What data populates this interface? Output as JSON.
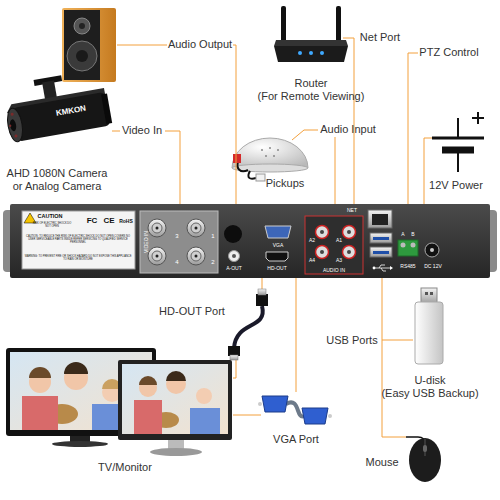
{
  "diagram": {
    "labels": [
      "Audio Output",
      "Router",
      "(For Remote Viewing)",
      "Net Port",
      "PTZ Control",
      "Video In",
      "AHD 1080N Camera or Analog Camera",
      "Audio Input",
      "Pickups",
      "12V Power",
      "KMKON",
      "CAUTION",
      "RISK OF ELECTRIC SHOCK DO NOT OPEN",
      "CAUTION: TO REDUCE THE RISK OF ELECTRIC SHOCK DO NOT OPEN COVERS NO USER SERVICEABLE PARTS INSIDE REFER SERVICING TO QUALIFIED SERVICE PERSONNEL",
      "WARNING: TO PREVENT FIRE OR SHOCK HAZARD DO NOT EXPOSE THIS APPLIANCE TO RAIN OR MOISTURE",
      "FC",
      "CE",
      "RoHS",
      "VIDEO IN",
      "3",
      "1",
      "4",
      "2",
      "A-OUT",
      "VGA",
      "HD-OUT",
      "NET",
      "A2",
      "A1",
      "A4",
      "A3",
      "AUDIO IN",
      "A",
      "B",
      "RS485",
      "DC 12V",
      "HD-OUT Port",
      "USB Ports",
      "U-disk",
      "(Easy USB Backup)",
      "VGA Port",
      "TV/Monitor",
      "Mouse"
    ]
  }
}
